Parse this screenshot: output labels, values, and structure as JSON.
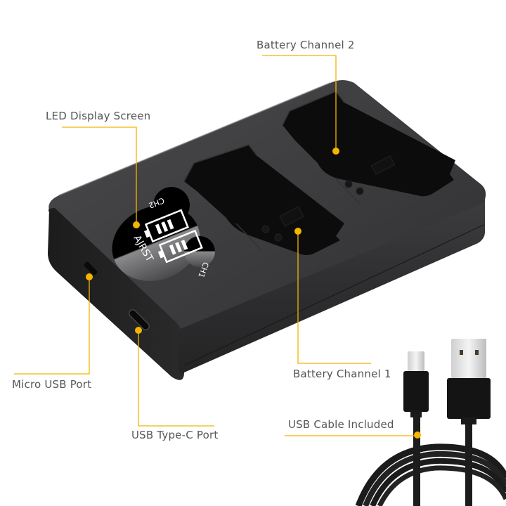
{
  "accent_color": "#F5B400",
  "text_color": "#555555",
  "product": {
    "brand_on_display": "AJRST",
    "display_channel_labels": [
      "CH2",
      "CH1"
    ]
  },
  "callouts": [
    {
      "id": "battery-channel-2",
      "label": "Battery Channel 2"
    },
    {
      "id": "led-display-screen",
      "label": "LED Display Screen"
    },
    {
      "id": "micro-usb-port",
      "label": "Micro USB Port"
    },
    {
      "id": "usb-type-c-port",
      "label": "USB Type-C Port"
    },
    {
      "id": "battery-channel-1",
      "label": "Battery Channel 1"
    },
    {
      "id": "usb-cable-included",
      "label": "USB Cable Included"
    }
  ]
}
